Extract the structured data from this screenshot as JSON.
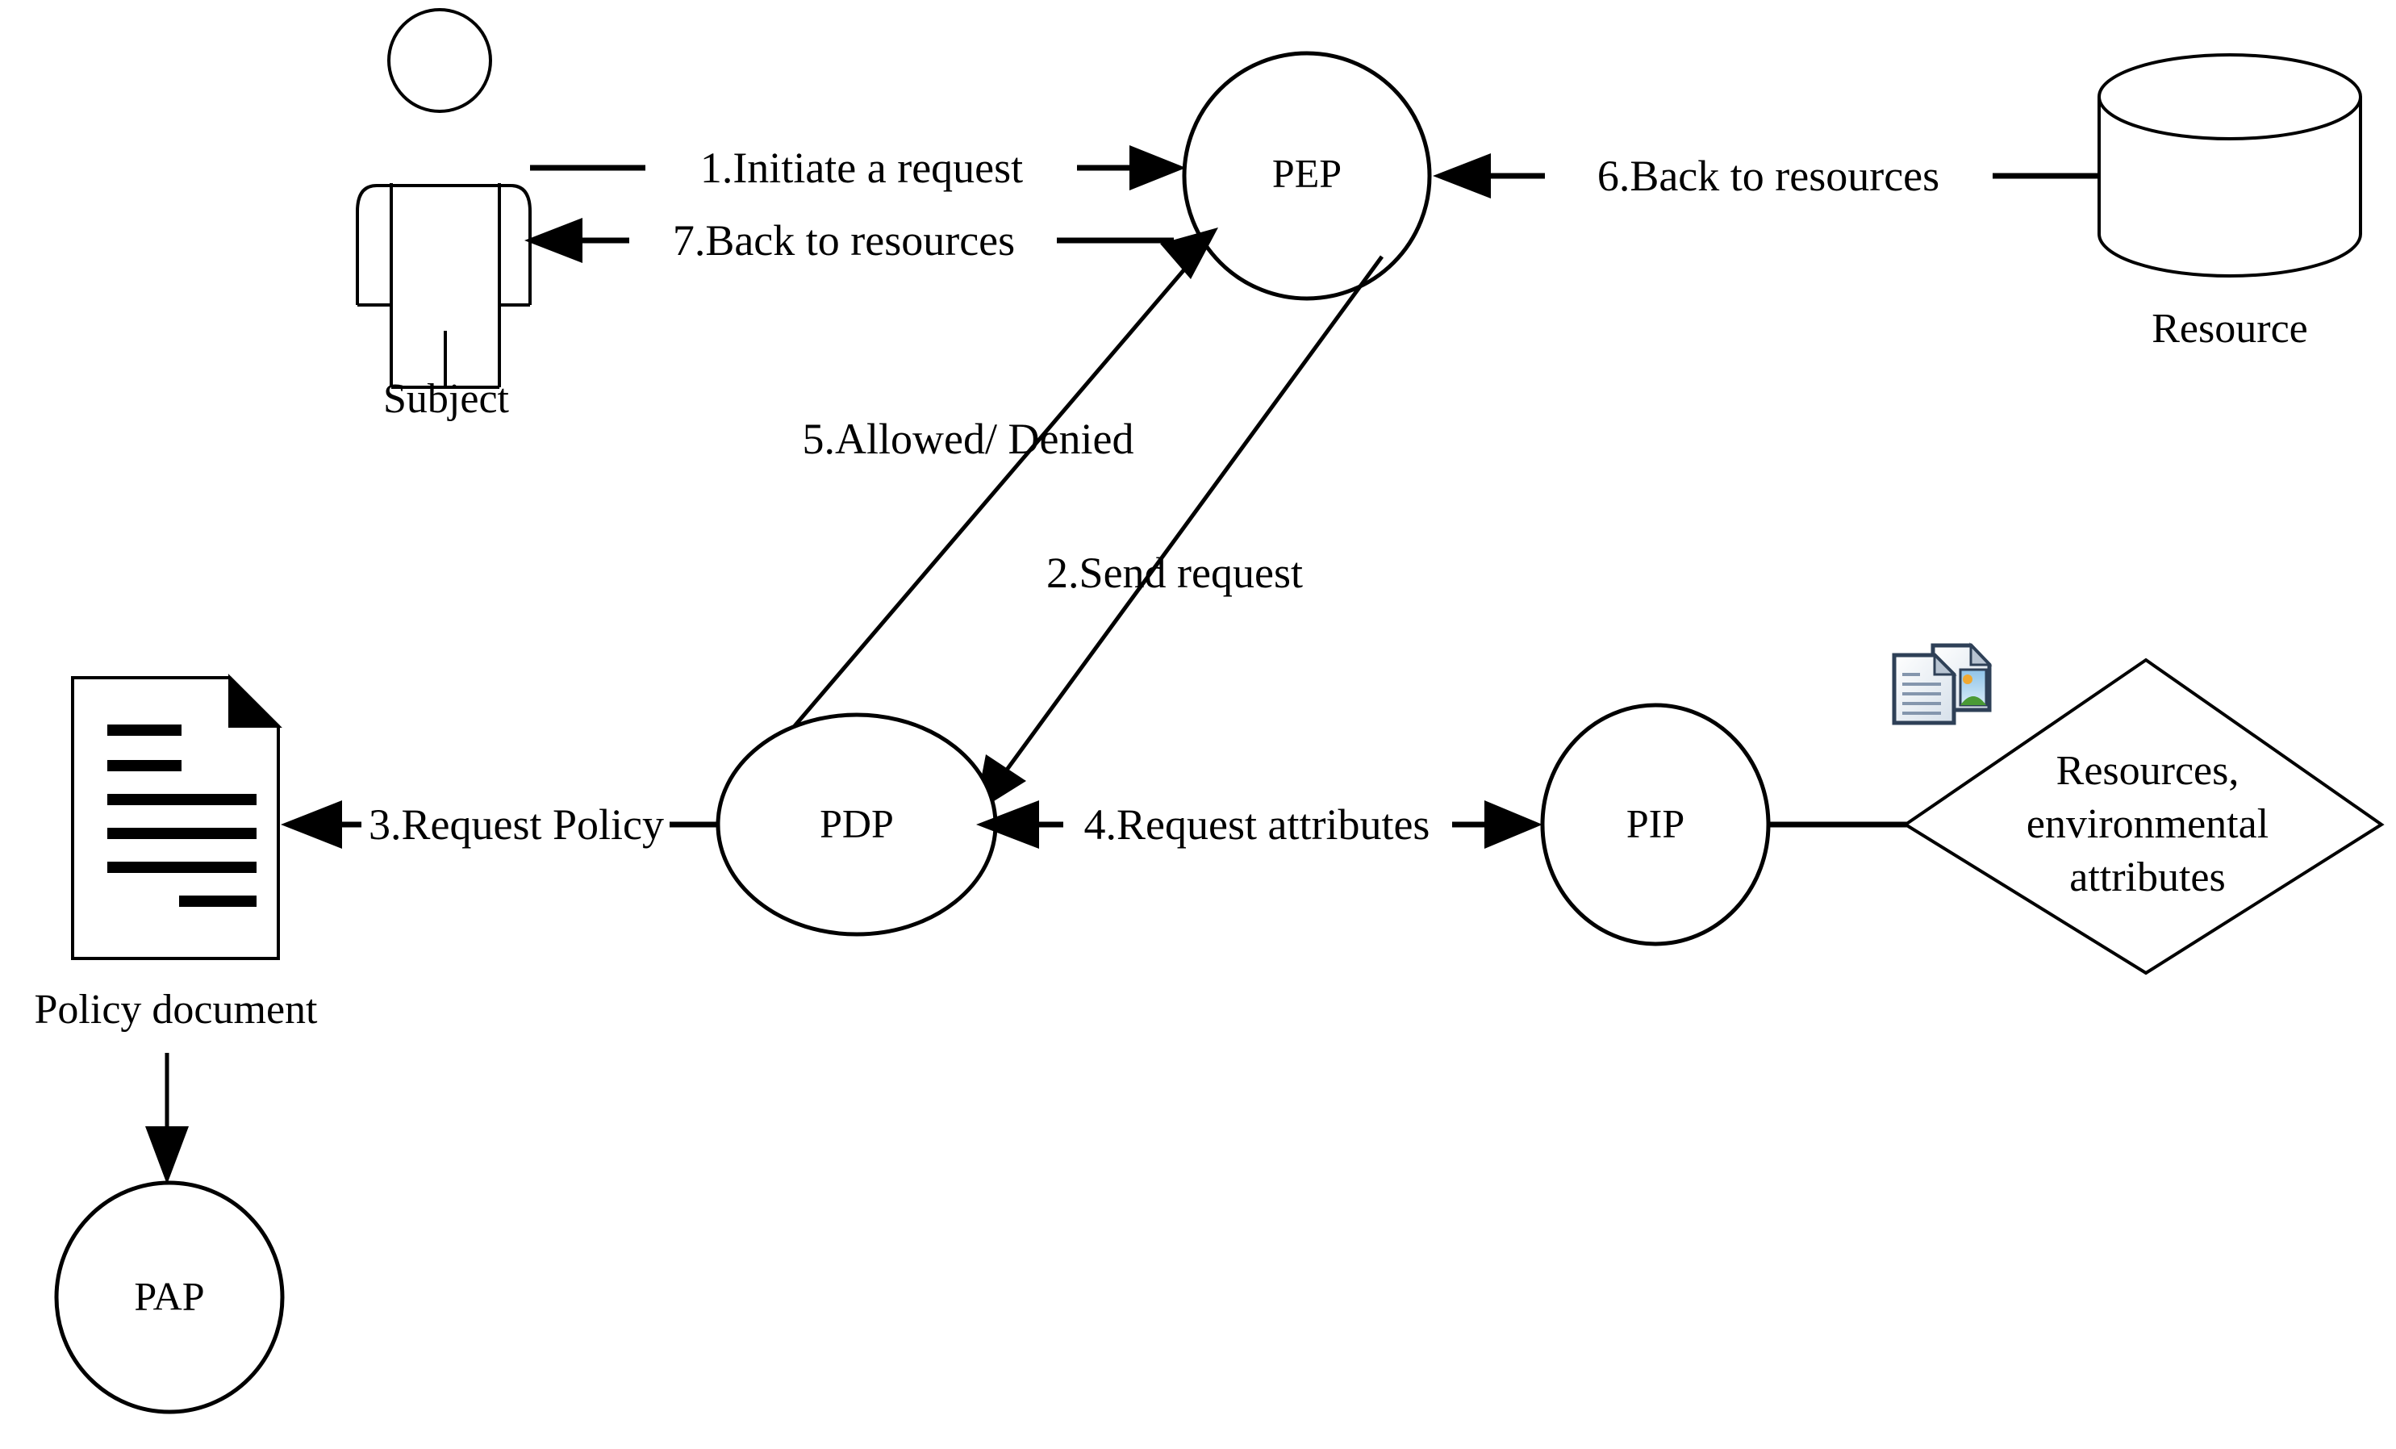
{
  "diagram": {
    "title": "XACML access control architecture flow",
    "background_color": "#ffffff",
    "stroke_color": "#000000"
  },
  "nodes": {
    "subject": {
      "label": "Subject",
      "icon": "person-icon"
    },
    "pep": {
      "label": "PEP",
      "shape": "circle"
    },
    "resource": {
      "label": "Resource",
      "icon": "cylinder-icon"
    },
    "pdp": {
      "label": "PDP",
      "shape": "ellipse"
    },
    "pip": {
      "label": "PIP",
      "shape": "ellipse"
    },
    "pap": {
      "label": "PAP",
      "shape": "circle"
    },
    "policy_document": {
      "label": "Policy document",
      "icon": "document-icon"
    },
    "attributes_diamond": {
      "line1": "Resources,",
      "line2": "environmental",
      "line3": "attributes",
      "shape": "diamond"
    },
    "attributes_icon": {
      "icon": "documents-stack-icon"
    }
  },
  "edges": [
    {
      "id": "e1",
      "label": "1.Initiate a request",
      "from": "subject",
      "to": "pep",
      "direction": "right"
    },
    {
      "id": "e2",
      "label": "2.Send request",
      "from": "pep",
      "to": "pdp",
      "direction": "down-left"
    },
    {
      "id": "e3",
      "label": "3.Request Policy",
      "from": "pdp",
      "to": "policy_document",
      "direction": "left"
    },
    {
      "id": "e4",
      "label": "4.Request attributes",
      "from": "pip",
      "to": "pdp",
      "direction": "both"
    },
    {
      "id": "e5",
      "label": "5.Allowed/ Denied",
      "from": "pdp",
      "to": "pep",
      "direction": "up-right"
    },
    {
      "id": "e6",
      "label": "6.Back to resources",
      "from": "resource",
      "to": "pep",
      "direction": "left"
    },
    {
      "id": "e7",
      "label": "7.Back to resources",
      "from": "pep",
      "to": "subject",
      "direction": "left"
    },
    {
      "id": "e8",
      "label": "",
      "from": "policy_document",
      "to": "pap",
      "direction": "down"
    }
  ],
  "colors": {
    "stroke": "#000000",
    "fill": "#ffffff",
    "icon_border": "#2e4057",
    "icon_page": "#eef2f7",
    "icon_line": "#8496ad",
    "icon_sun": "#f0a830",
    "icon_sky": "#bcd9ef",
    "icon_hill": "#4a9a35",
    "icon_fold": "#b8c4d2"
  }
}
